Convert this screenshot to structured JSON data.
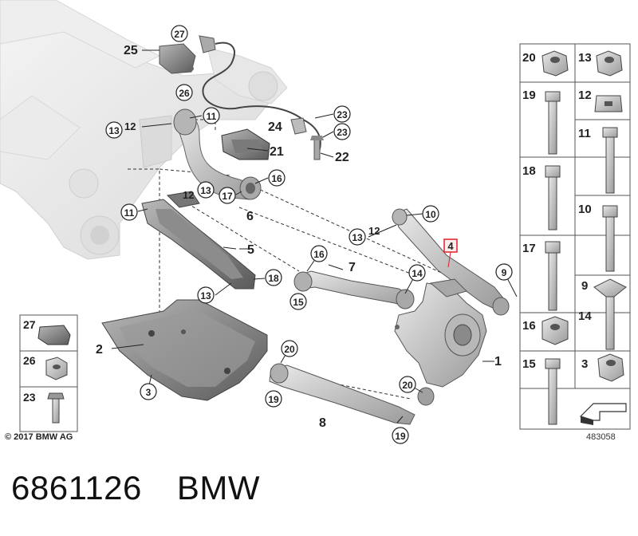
{
  "copyright": "© 2017 BMW AG",
  "diagram_number": "483058",
  "part_number": "6861126",
  "brand": "BMW",
  "highlighted_label": "4",
  "callouts": {
    "c25": "25",
    "c27": "27",
    "c26": "26",
    "c13a": "13",
    "c12a": "12",
    "c11a": "11",
    "c23a": "23",
    "c23b": "23",
    "c24": "24",
    "c21": "21",
    "c22": "22",
    "c16a": "16",
    "c17": "17",
    "c6": "6",
    "c11b": "11",
    "c12b": "12",
    "c13b": "13",
    "c5": "5",
    "c13c": "13",
    "c18": "18",
    "c10": "10",
    "c13d": "13",
    "c12c": "12",
    "c4": "4",
    "c16b": "16",
    "c7": "7",
    "c14": "14",
    "c9": "9",
    "c15": "15",
    "c2": "2",
    "c3": "3",
    "c20a": "20",
    "c19a": "19",
    "c8": "8",
    "c20b": "20",
    "c19b": "19",
    "c1": "1"
  },
  "left_panel": [
    "27",
    "26",
    "23"
  ],
  "right_panel": {
    "col1": [
      "20",
      "19",
      "18",
      "17",
      "16",
      "15"
    ],
    "col2": [
      "13",
      "12",
      "11",
      "10",
      "9",
      "14",
      "3"
    ]
  },
  "colors": {
    "highlight_box": "#e0202a",
    "part_fill": "#c8c8c8",
    "frame_fill": "#e6e6e6"
  }
}
